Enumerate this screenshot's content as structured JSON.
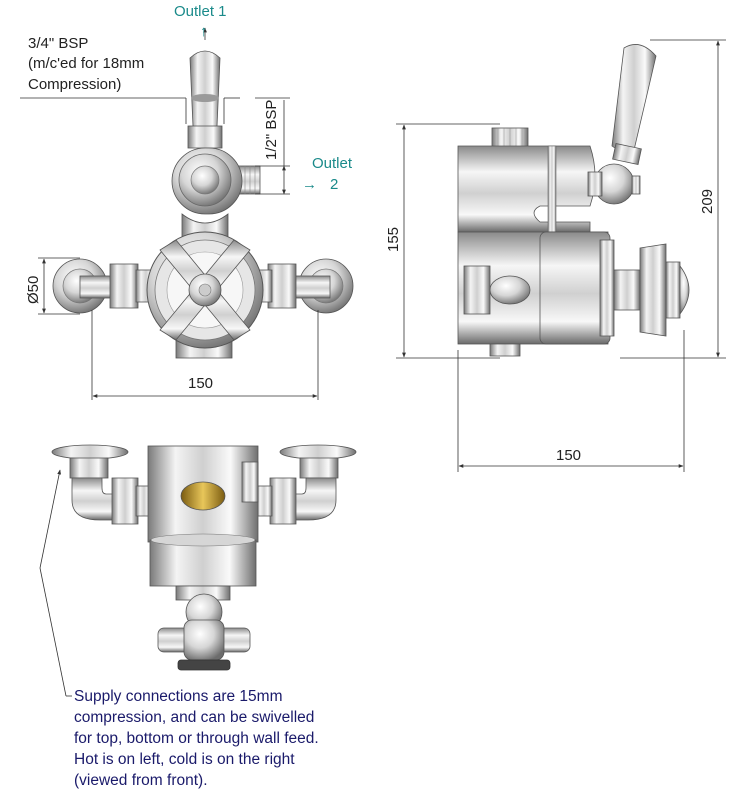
{
  "labels": {
    "outlet1": "Outlet 1",
    "outlet2_line1": "Outlet",
    "outlet2_line2": "2",
    "bsp34_line1": "3/4\" BSP",
    "bsp34_line2": "(m/c'ed for 18mm",
    "bsp34_line3": "Compression)",
    "bsp12": "1/2\" BSP",
    "arrow_up": "↑",
    "arrow_right": "→"
  },
  "dimensions": {
    "front_diameter": "Ø50",
    "front_width": "150",
    "side_height_body": "155",
    "side_height_total": "209",
    "side_width": "150"
  },
  "note": {
    "lines": [
      "Supply connections are 15mm",
      "compression, and can be swivelled",
      "for top, bottom or through wall feed.",
      "Hot is on left, cold is on the right",
      "(viewed from front)."
    ]
  },
  "colors": {
    "teal": "#1a8a8a",
    "note_text": "#1a1a6a",
    "chrome_light": "#f2f2f2",
    "chrome_dark": "#8c8c8c",
    "brass": "#c9a227"
  }
}
